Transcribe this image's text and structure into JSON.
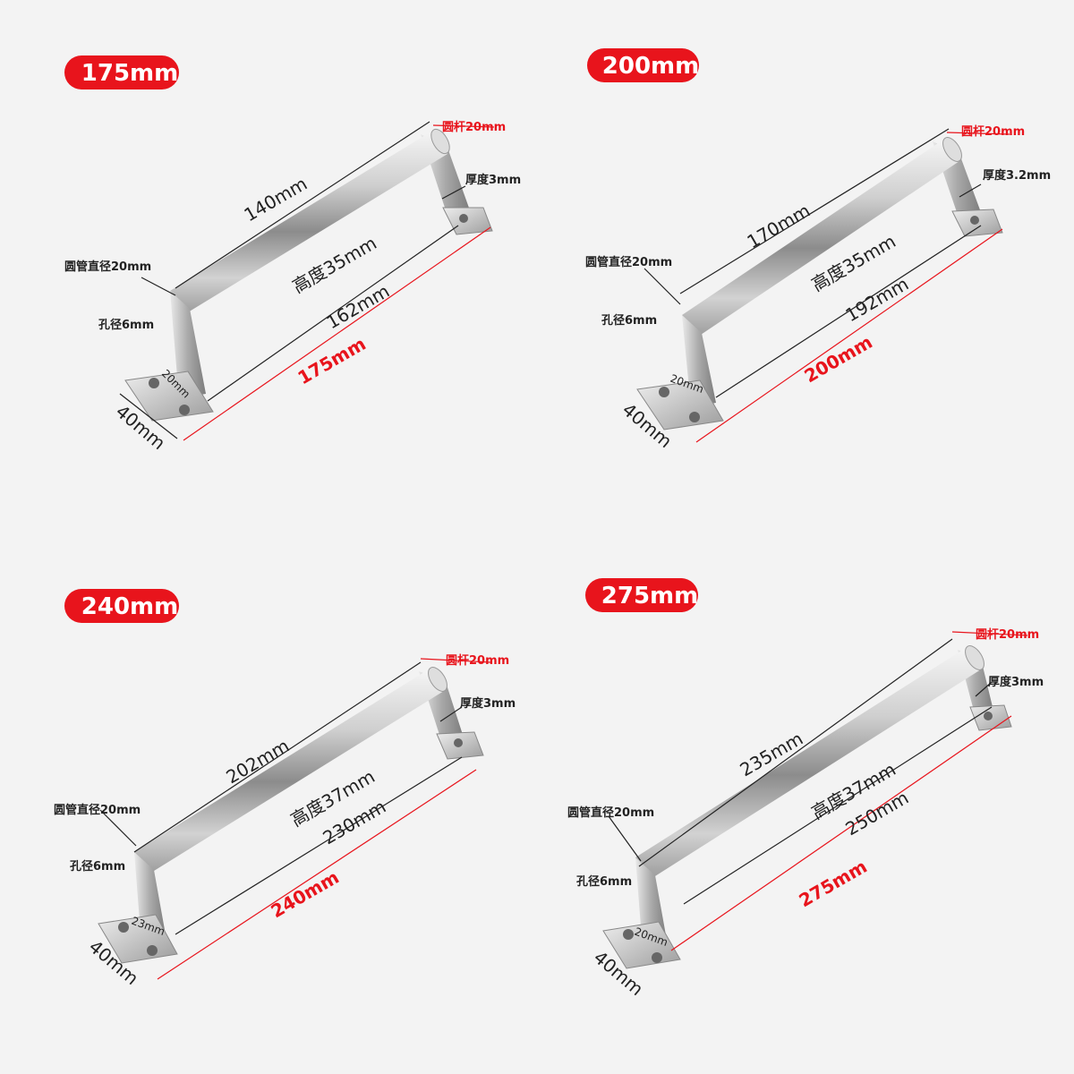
{
  "accent_color": "#e8141c",
  "dim_color": "#222222",
  "panels": [
    {
      "badge": "175mm",
      "bar_diameter": "圆杆20mm",
      "thickness": "厚度3mm",
      "top_length": "140mm",
      "height": "高度35mm",
      "center_distance": "162mm",
      "overall_length": "175mm",
      "tube_diameter": "圆管直径20mm",
      "hole_diameter": "孔径6mm",
      "hole_spacing": "20mm",
      "base_width": "40mm"
    },
    {
      "badge": "200mm",
      "bar_diameter": "圆杆20mm",
      "thickness": "厚度3.2mm",
      "top_length": "170mm",
      "height": "高度35mm",
      "center_distance": "192mm",
      "overall_length": "200mm",
      "tube_diameter": "圆管直径20mm",
      "hole_diameter": "孔径6mm",
      "hole_spacing": "20mm",
      "base_width": "40mm"
    },
    {
      "badge": "240mm",
      "bar_diameter": "圆杆20mm",
      "thickness": "厚度3mm",
      "top_length": "202mm",
      "height": "高度37mm",
      "center_distance": "230mm",
      "overall_length": "240mm",
      "tube_diameter": "圆管直径20mm",
      "hole_diameter": "孔径6mm",
      "hole_spacing": "23mm",
      "base_width": "40mm"
    },
    {
      "badge": "275mm",
      "bar_diameter": "圆杆20mm",
      "thickness": "厚度3mm",
      "top_length": "235mm",
      "height": "高度37mm",
      "center_distance": "250mm",
      "overall_length": "275mm",
      "tube_diameter": "圆管直径20mm",
      "hole_diameter": "孔径6mm",
      "hole_spacing": "20mm",
      "base_width": "40mm"
    }
  ]
}
